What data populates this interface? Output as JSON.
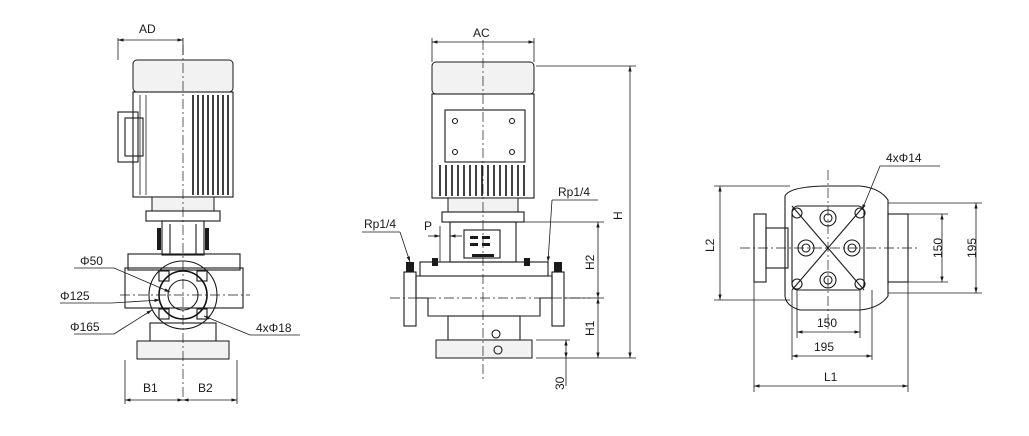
{
  "labels": {
    "ad": "AD",
    "ac": "AC",
    "h": "H",
    "h1": "H1",
    "h2": "H2",
    "b1": "B1",
    "b2": "B2",
    "p": "P",
    "rp_left": "Rp1/4",
    "rp_right": "Rp1/4",
    "phi50": "Φ50",
    "phi125": "Φ125",
    "phi165": "Φ165",
    "holes_front": "4xΦ18",
    "holes_top": "4xΦ14",
    "l1": "L1",
    "l2": "L2",
    "d150_h": "150",
    "d195_h": "195",
    "d150_v": "150",
    "d195_v": "195",
    "d30": "30"
  }
}
